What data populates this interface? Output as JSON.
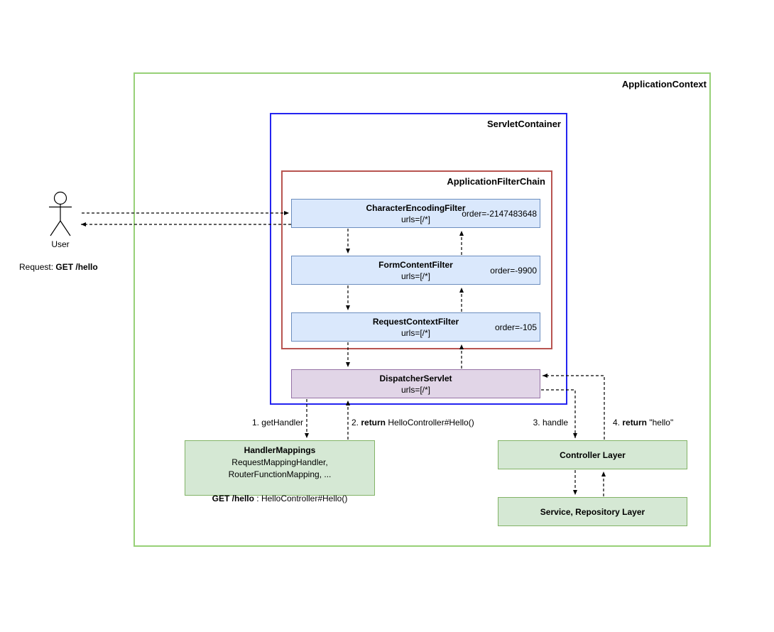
{
  "containers": {
    "application_context": "ApplicationContext",
    "servlet_container": "ServletContainer",
    "application_filter_chain": "ApplicationFilterChain"
  },
  "user": {
    "name": "User",
    "request_label": "Request: ",
    "request_value": "GET /hello"
  },
  "filters": [
    {
      "name": "CharacterEncodingFilter",
      "urls": "urls=[/*]",
      "order": "order=-2147483648"
    },
    {
      "name": "FormContentFilter",
      "urls": "urls=[/*]",
      "order": "order=-9900"
    },
    {
      "name": "RequestContextFilter",
      "urls": "urls=[/*]",
      "order": "order=-105"
    }
  ],
  "dispatcher_servlet": {
    "name": "DispatcherServlet",
    "urls": "urls=[/*]"
  },
  "handler_mappings": {
    "title": "HandlerMappings",
    "implementations": "RequestMappingHandler, RouterFunctionMapping, ...",
    "mapping_key": "GET /hello",
    "mapping_value": " : HelloController#Hello()"
  },
  "layers": {
    "controller": "Controller Layer",
    "service_repository": "Service, Repository Layer"
  },
  "edge_labels": {
    "get_handler": {
      "prefix": "1. getHandler",
      "bold": "",
      "suffix": ""
    },
    "return_handler": {
      "prefix": "2. ",
      "bold": "return",
      "suffix": " HelloController#Hello()"
    },
    "handle": {
      "prefix": "3. handle",
      "bold": "",
      "suffix": ""
    },
    "return_hello": {
      "prefix": "4. ",
      "bold": "return",
      "suffix": " \"hello\""
    }
  },
  "colors": {
    "application_context_border": "#97d077",
    "servlet_container_border": "#2424f0",
    "filter_chain_border": "#b85450",
    "filter_fill": "#dae8fc",
    "filter_border": "#6c8ebf",
    "dispatcher_fill": "#e1d5e7",
    "dispatcher_border": "#9673a6",
    "layer_fill": "#d5e8d4",
    "layer_border": "#82b366",
    "edge_color": "#000000"
  }
}
